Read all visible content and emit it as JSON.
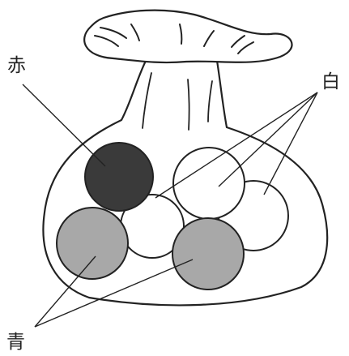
{
  "labels": {
    "red": "赤",
    "white": "白",
    "blue": "青"
  },
  "colors": {
    "red_ball": "#3a3a3a",
    "white_ball": "#ffffff",
    "blue_ball": "#a8a8a8",
    "outline": "#222222"
  }
}
